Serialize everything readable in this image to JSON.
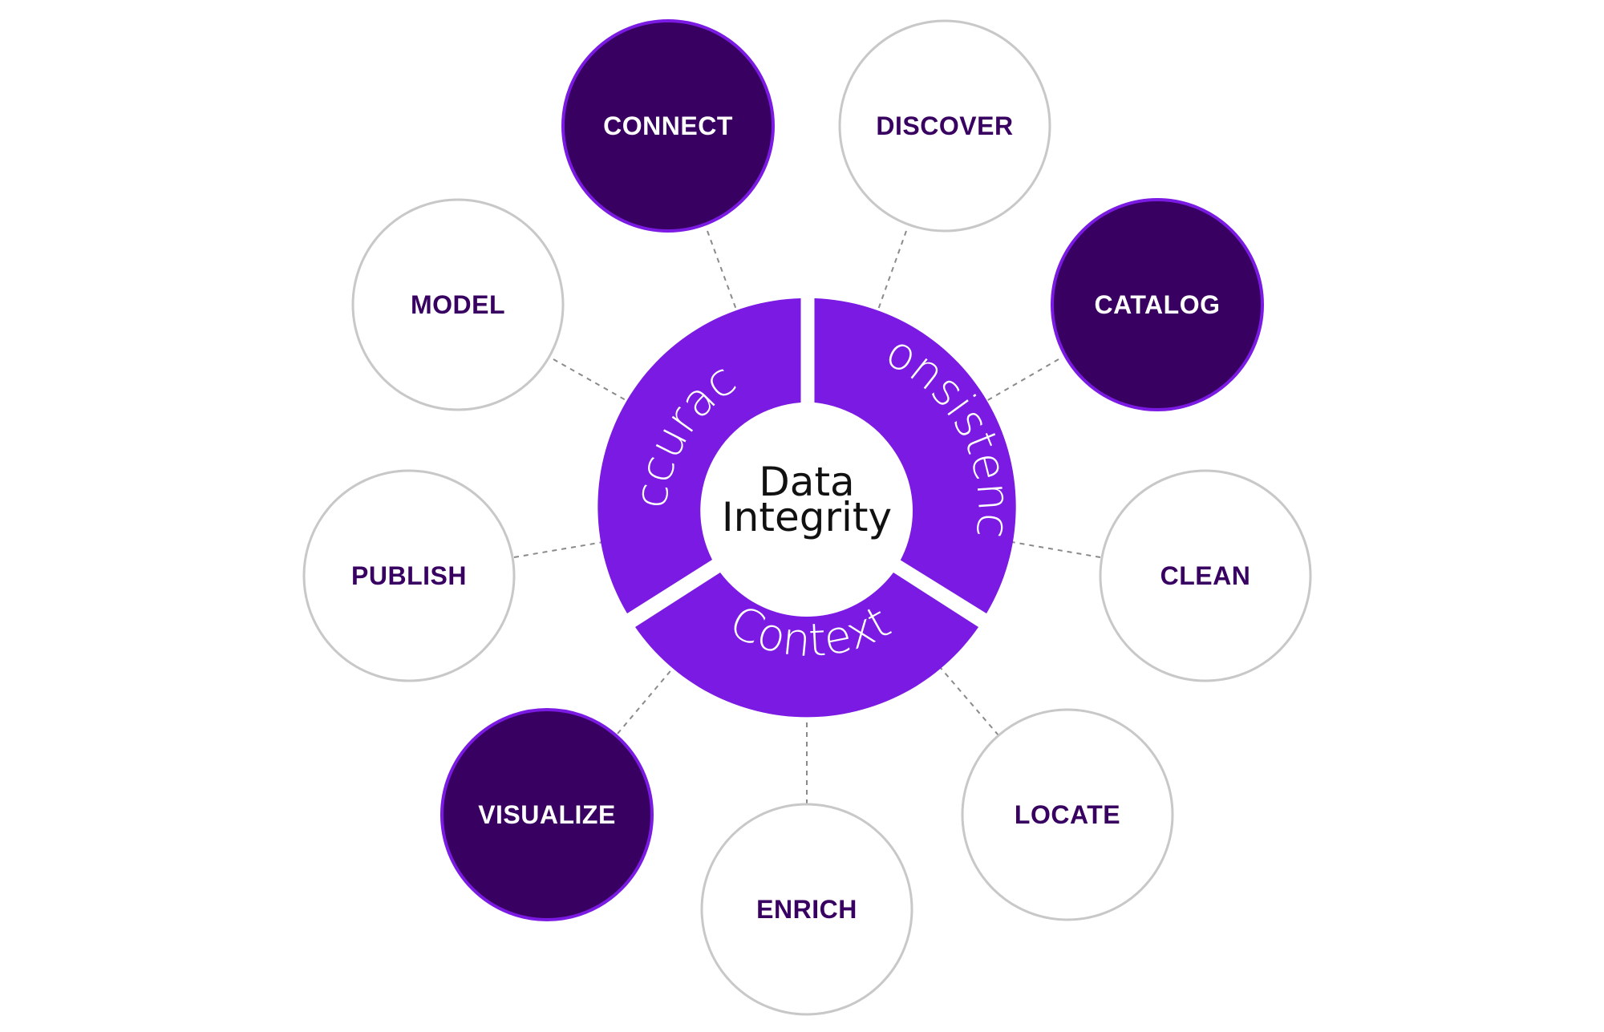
{
  "center": {
    "line1": "Data",
    "line2": "Integrity"
  },
  "segments": [
    {
      "label": "Accuracy"
    },
    {
      "label": "Consistency"
    },
    {
      "label": "Context"
    }
  ],
  "nodes": [
    {
      "id": "connect",
      "label": "CONNECT",
      "style": "filled"
    },
    {
      "id": "discover",
      "label": "DISCOVER",
      "style": "outline"
    },
    {
      "id": "catalog",
      "label": "CATALOG",
      "style": "filled"
    },
    {
      "id": "clean",
      "label": "CLEAN",
      "style": "outline"
    },
    {
      "id": "locate",
      "label": "LOCATE",
      "style": "outline"
    },
    {
      "id": "enrich",
      "label": "ENRICH",
      "style": "outline"
    },
    {
      "id": "visualize",
      "label": "VISUALIZE",
      "style": "filled"
    },
    {
      "id": "publish",
      "label": "PUBLISH",
      "style": "outline"
    },
    {
      "id": "model",
      "label": "MODEL",
      "style": "outline"
    }
  ],
  "colors": {
    "ring": "#7b1ae2",
    "filled_node": "#380061",
    "filled_node_border": "#7b1ae2",
    "outline_node_border": "#c8c8c8",
    "outline_text": "#380061",
    "filled_text": "#ffffff",
    "center_text": "#111111",
    "segment_text": "#ffffff"
  }
}
